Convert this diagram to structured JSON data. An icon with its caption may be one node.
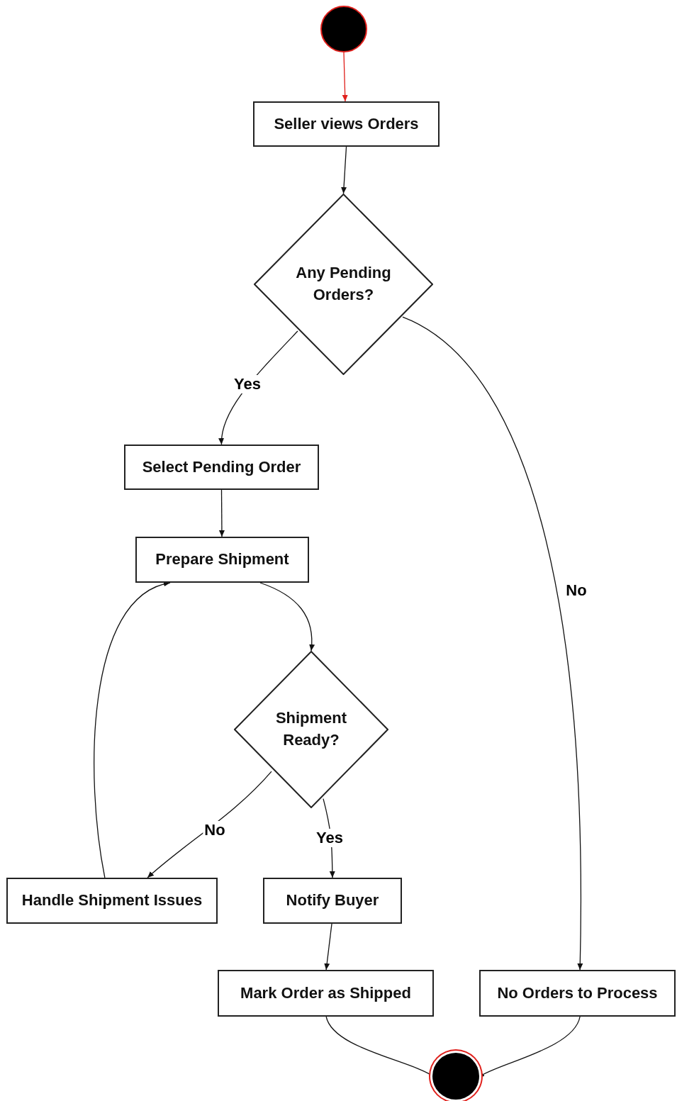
{
  "diagram": {
    "nodes": [
      {
        "text": [],
        "shape": "circle"
      },
      {
        "text": [
          "Seller views Orders"
        ]
      },
      {
        "text": [
          "Any Pending Orders?"
        ]
      },
      {
        "text": [
          "Select Pending Order"
        ]
      },
      {
        "text": [
          "Prepare Shipment"
        ]
      },
      {
        "text": [
          "Shipment Ready?"
        ]
      },
      {
        "text": [
          "Handle Shipment Issues"
        ]
      },
      {
        "text": [
          "Notify Buyer"
        ]
      },
      {
        "text": [
          "Mark Order as Shipped"
        ]
      },
      {
        "text": [
          "No Orders to Process"
        ]
      },
      {
        "text": [],
        "shape": "circle"
      }
    ],
    "edges": [
      {
        "from": 0,
        "to": 1,
        "arrow": "to",
        "color": "#e0201c"
      },
      {
        "from": 1,
        "to": 2,
        "arrow": "to"
      },
      {
        "from": 2,
        "to": 3,
        "arrow": "to",
        "label": "Yes"
      },
      {
        "from": 2,
        "to": 9,
        "arrow": "to",
        "label": "No"
      },
      {
        "from": 3,
        "to": 4,
        "arrow": "to"
      },
      {
        "from": 4,
        "to": 5,
        "arrow": "to"
      },
      {
        "from": 5,
        "to": 6,
        "arrow": "to",
        "label": "No"
      },
      {
        "from": 5,
        "to": 7,
        "arrow": "to",
        "label": "Yes"
      },
      {
        "from": 6,
        "to": 4,
        "arrow": "to"
      },
      {
        "from": 7,
        "to": 8,
        "arrow": "to"
      },
      {
        "from": 8,
        "to": 10,
        "arrow": "to"
      },
      {
        "from": 9,
        "to": 10,
        "arrow": "to"
      }
    ]
  }
}
